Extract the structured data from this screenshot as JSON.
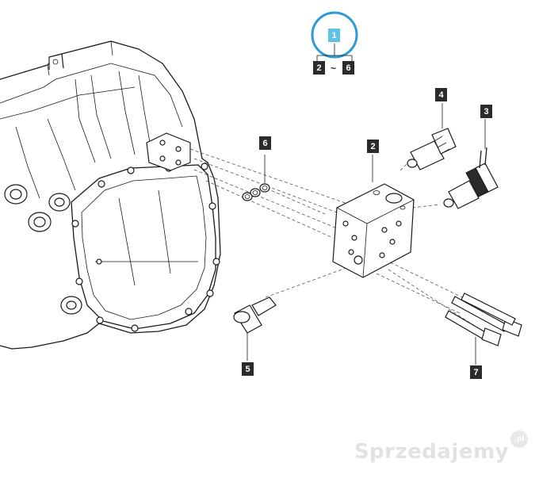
{
  "diagram": {
    "header_callout": "1",
    "range_from": "2",
    "range_separator": "~",
    "range_to": "6",
    "parts": [
      "2",
      "3",
      "4",
      "5",
      "6",
      "7"
    ],
    "highlight_color": "#2e9bd6",
    "callout_bg": "#2b2b2b"
  },
  "watermark": {
    "text": "Sprzedajemy",
    "badge": ".pl"
  }
}
